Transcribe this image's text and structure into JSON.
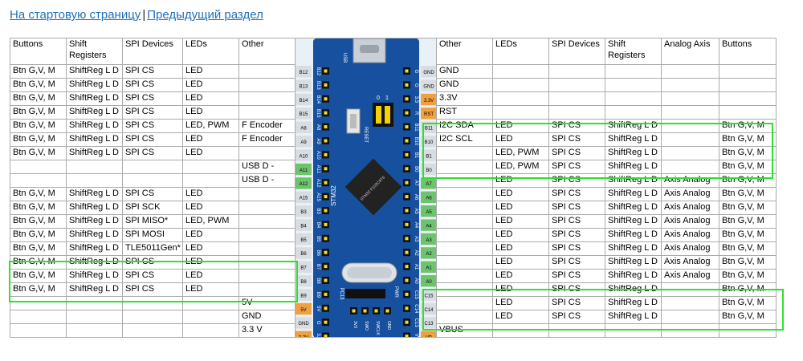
{
  "nav": {
    "home": "На стартовую страницу",
    "separator": "|",
    "prev": "Предыдущий раздел"
  },
  "headers_left": [
    "Buttons",
    "Shift Registers",
    "SPI Devices",
    "LEDs",
    "Other"
  ],
  "headers_right": [
    "Other",
    "LEDs",
    "SPI Devices",
    "Shift Registers",
    "Analog Axis",
    "Buttons"
  ],
  "rows": [
    {
      "l": [
        "Btn G,V, M",
        "ShiftReg L D",
        "SPI CS",
        "LED",
        ""
      ],
      "lp": "B12",
      "rp": "GND",
      "r": [
        "GND",
        "",
        "",
        "",
        "",
        ""
      ]
    },
    {
      "l": [
        "Btn G,V, M",
        "ShiftReg L D",
        "SPI CS",
        "LED",
        ""
      ],
      "lp": "B13",
      "rp": "GND",
      "r": [
        "GND",
        "",
        "",
        "",
        "",
        ""
      ]
    },
    {
      "l": [
        "Btn G,V, M",
        "ShiftReg L D",
        "SPI CS",
        "LED",
        ""
      ],
      "lp": "B14",
      "rp": "3.3V",
      "r": [
        "3.3V",
        "",
        "",
        "",
        "",
        ""
      ]
    },
    {
      "l": [
        "Btn G,V, M",
        "ShiftReg L D",
        "SPI CS",
        "LED",
        ""
      ],
      "lp": "B15",
      "rp": "RST",
      "r": [
        "RST",
        "",
        "",
        "",
        "",
        ""
      ]
    },
    {
      "l": [
        "Btn G,V, M",
        "ShiftReg L D",
        "SPI CS",
        "LED, PWM",
        "F Encoder"
      ],
      "lp": "A8",
      "rp": "B11",
      "r": [
        "I2C SDA",
        "LED",
        "SPI CS",
        "ShiftReg L D",
        "",
        "Btn G,V, M"
      ]
    },
    {
      "l": [
        "Btn G,V, M",
        "ShiftReg L D",
        "SPI CS",
        "LED",
        "F Encoder"
      ],
      "lp": "A9",
      "rp": "B10",
      "r": [
        "I2C SCL",
        "LED",
        "SPI CS",
        "ShiftReg L D",
        "",
        "Btn G,V, M"
      ]
    },
    {
      "l": [
        "Btn G,V, M",
        "ShiftReg L D",
        "SPI CS",
        "LED",
        ""
      ],
      "lp": "A10",
      "rp": "B1",
      "r": [
        "",
        "LED, PWM",
        "SPI CS",
        "ShiftReg L D",
        "",
        "Btn G,V, M"
      ]
    },
    {
      "l": [
        "",
        "",
        "",
        "",
        "USB D -"
      ],
      "lp": "A11",
      "rp": "B0",
      "r": [
        "",
        "LED, PWM",
        "SPI CS",
        "ShiftReg L D",
        "",
        "Btn G,V, M"
      ]
    },
    {
      "l": [
        "",
        "",
        "",
        "",
        "USB D -"
      ],
      "lp": "A12",
      "rp": "A7",
      "r": [
        "",
        "LED",
        "SPI CS",
        "ShiftReg L D",
        "Axis Analog",
        "Btn G,V, M"
      ]
    },
    {
      "l": [
        "Btn G,V, M",
        "ShiftReg L D",
        "SPI CS",
        "LED",
        ""
      ],
      "lp": "A15",
      "rp": "A6",
      "r": [
        "",
        "LED",
        "SPI CS",
        "ShiftReg L D",
        "Axis Analog",
        "Btn G,V, M"
      ]
    },
    {
      "l": [
        "Btn G,V, M",
        "ShiftReg L D",
        "SPI SCK",
        "LED",
        ""
      ],
      "lp": "B3",
      "rp": "A5",
      "r": [
        "",
        "LED",
        "SPI CS",
        "ShiftReg L D",
        "Axis Analog",
        "Btn G,V, M"
      ]
    },
    {
      "l": [
        "Btn G,V, M",
        "ShiftReg L D",
        "SPI MISO*",
        "LED, PWM",
        ""
      ],
      "lp": "B4",
      "rp": "A4",
      "r": [
        "",
        "LED",
        "SPI CS",
        "ShiftReg L D",
        "Axis Analog",
        "Btn G,V, M"
      ]
    },
    {
      "l": [
        "Btn G,V, M",
        "ShiftReg L D",
        "SPI MOSI",
        "LED",
        ""
      ],
      "lp": "B5",
      "rp": "A3",
      "r": [
        "",
        "LED",
        "SPI CS",
        "ShiftReg L D",
        "Axis Analog",
        "Btn G,V, M"
      ]
    },
    {
      "l": [
        "Btn G,V, M",
        "ShiftReg L D",
        "TLE5011Gen*",
        "LED",
        ""
      ],
      "lp": "B6",
      "rp": "A2",
      "r": [
        "",
        "LED",
        "SPI CS",
        "ShiftReg L D",
        "Axis Analog",
        "Btn G,V, M"
      ]
    },
    {
      "l": [
        "Btn G,V, M",
        "ShiftReg L D",
        "SPI CS",
        "LED",
        ""
      ],
      "lp": "B7",
      "rp": "A1",
      "r": [
        "",
        "LED",
        "SPI CS",
        "ShiftReg L D",
        "Axis Analog",
        "Btn G,V, M"
      ]
    },
    {
      "l": [
        "Btn G,V, M",
        "ShiftReg L D",
        "SPI CS",
        "LED",
        ""
      ],
      "lp": "B8",
      "rp": "A0",
      "r": [
        "",
        "LED",
        "SPI CS",
        "ShiftReg L D",
        "Axis Analog",
        "Btn G,V, M"
      ]
    },
    {
      "l": [
        "Btn G,V, M",
        "ShiftReg L D",
        "SPI CS",
        "LED",
        ""
      ],
      "lp": "B9",
      "rp": "C15",
      "r": [
        "",
        "LED",
        "SPI CS",
        "ShiftReg L D",
        "",
        "Btn G,V, M"
      ]
    },
    {
      "l": [
        "",
        "",
        "",
        "",
        "5V"
      ],
      "lp": "5V",
      "rp": "C14",
      "r": [
        "",
        "LED",
        "SPI CS",
        "ShiftReg L D",
        "",
        "Btn G,V, M"
      ]
    },
    {
      "l": [
        "",
        "",
        "",
        "",
        "GND"
      ],
      "lp": "GND",
      "rp": "C13",
      "r": [
        "",
        "LED",
        "SPI CS",
        "ShiftReg L D",
        "",
        "Btn G,V, M"
      ]
    },
    {
      "l": [
        "",
        "",
        "",
        "",
        "3.3 V"
      ],
      "lp": "3.3V",
      "rp": "VB",
      "r": [
        "VBUS",
        "",
        "",
        "",
        "",
        ""
      ]
    }
  ],
  "board": {
    "left_top_labels": [
      "B12",
      "B13",
      "B14",
      "B15"
    ],
    "right_top_labels": [
      "G",
      "G",
      "3.3",
      "R"
    ],
    "left_vertical_labels": [
      "A8",
      "A9",
      "A10",
      "A11",
      "A12",
      "A15",
      "B3",
      "B4",
      "B5",
      "B6",
      "B7",
      "B8",
      "B9",
      "5V",
      "G",
      "3.3"
    ],
    "right_vertical_labels": [
      "B11",
      "B10",
      "B1",
      "B0",
      "A7",
      "A6",
      "A5",
      "A4",
      "A3",
      "A2",
      "A1",
      "A0",
      "C15",
      "C14",
      "C13",
      "VB"
    ],
    "chip_text": "STM32 F103C8T6",
    "brand_text": "STM32",
    "reset_label": "RESET",
    "pwr_label": "PWR",
    "pc13_label": "PC13",
    "usb_label": "USB",
    "jumper_labels": [
      "0",
      "1"
    ],
    "swd_labels": [
      "3V3",
      "SWO",
      "SWCLK",
      "GND"
    ],
    "colors": {
      "pcb": "#16509e",
      "pin_gray": "#d8dde2",
      "pin_orange": "#f0a040",
      "pin_green": "#6fc36f",
      "pin_yellow": "#f2e030",
      "pin_blue": "#3a86c8",
      "highlight": "#2fe02f"
    }
  }
}
